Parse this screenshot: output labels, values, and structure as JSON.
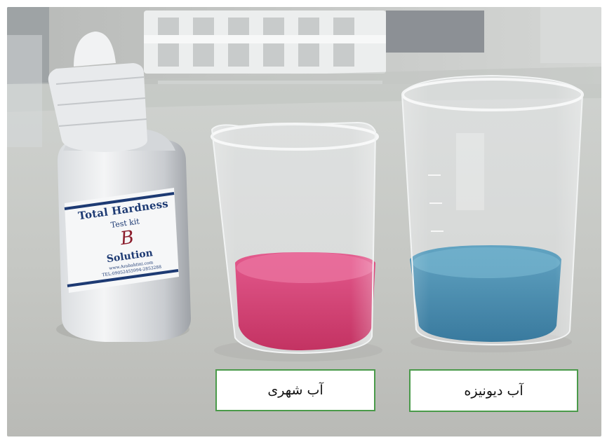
{
  "bottle": {
    "title": "Total Hardness",
    "subtitle": "Test kit",
    "letter": "B",
    "solution": "Solution",
    "website": "www.Arabahtini.com",
    "phone": "TEL:09052455994-2853288"
  },
  "captions": {
    "left": "آب شهری",
    "right": "آب دیونیزه"
  },
  "colors": {
    "pink_liquid": "#d4336a",
    "blue_liquid": "#3c8db0",
    "caption_border": "#4a9a4a",
    "label_blue": "#1d3a73"
  }
}
